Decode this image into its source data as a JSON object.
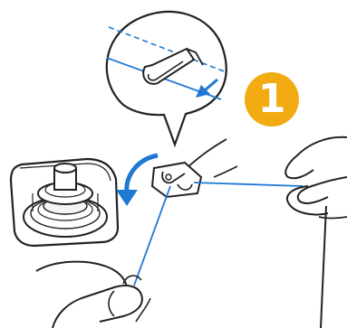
{
  "step": {
    "number": "1"
  },
  "colors": {
    "line": "#222222",
    "thread": "#1f78d1",
    "badge": "#f2ab10",
    "arrow": "#1f78d1"
  },
  "icons": {
    "callout": "magnified-thread-guide",
    "rotation": "curved-arrow-counterclockwise",
    "direction": "arrow-down-left",
    "bobbin": "bobbin-winder",
    "hands": "left-hand-right-hand-holding-thread"
  }
}
